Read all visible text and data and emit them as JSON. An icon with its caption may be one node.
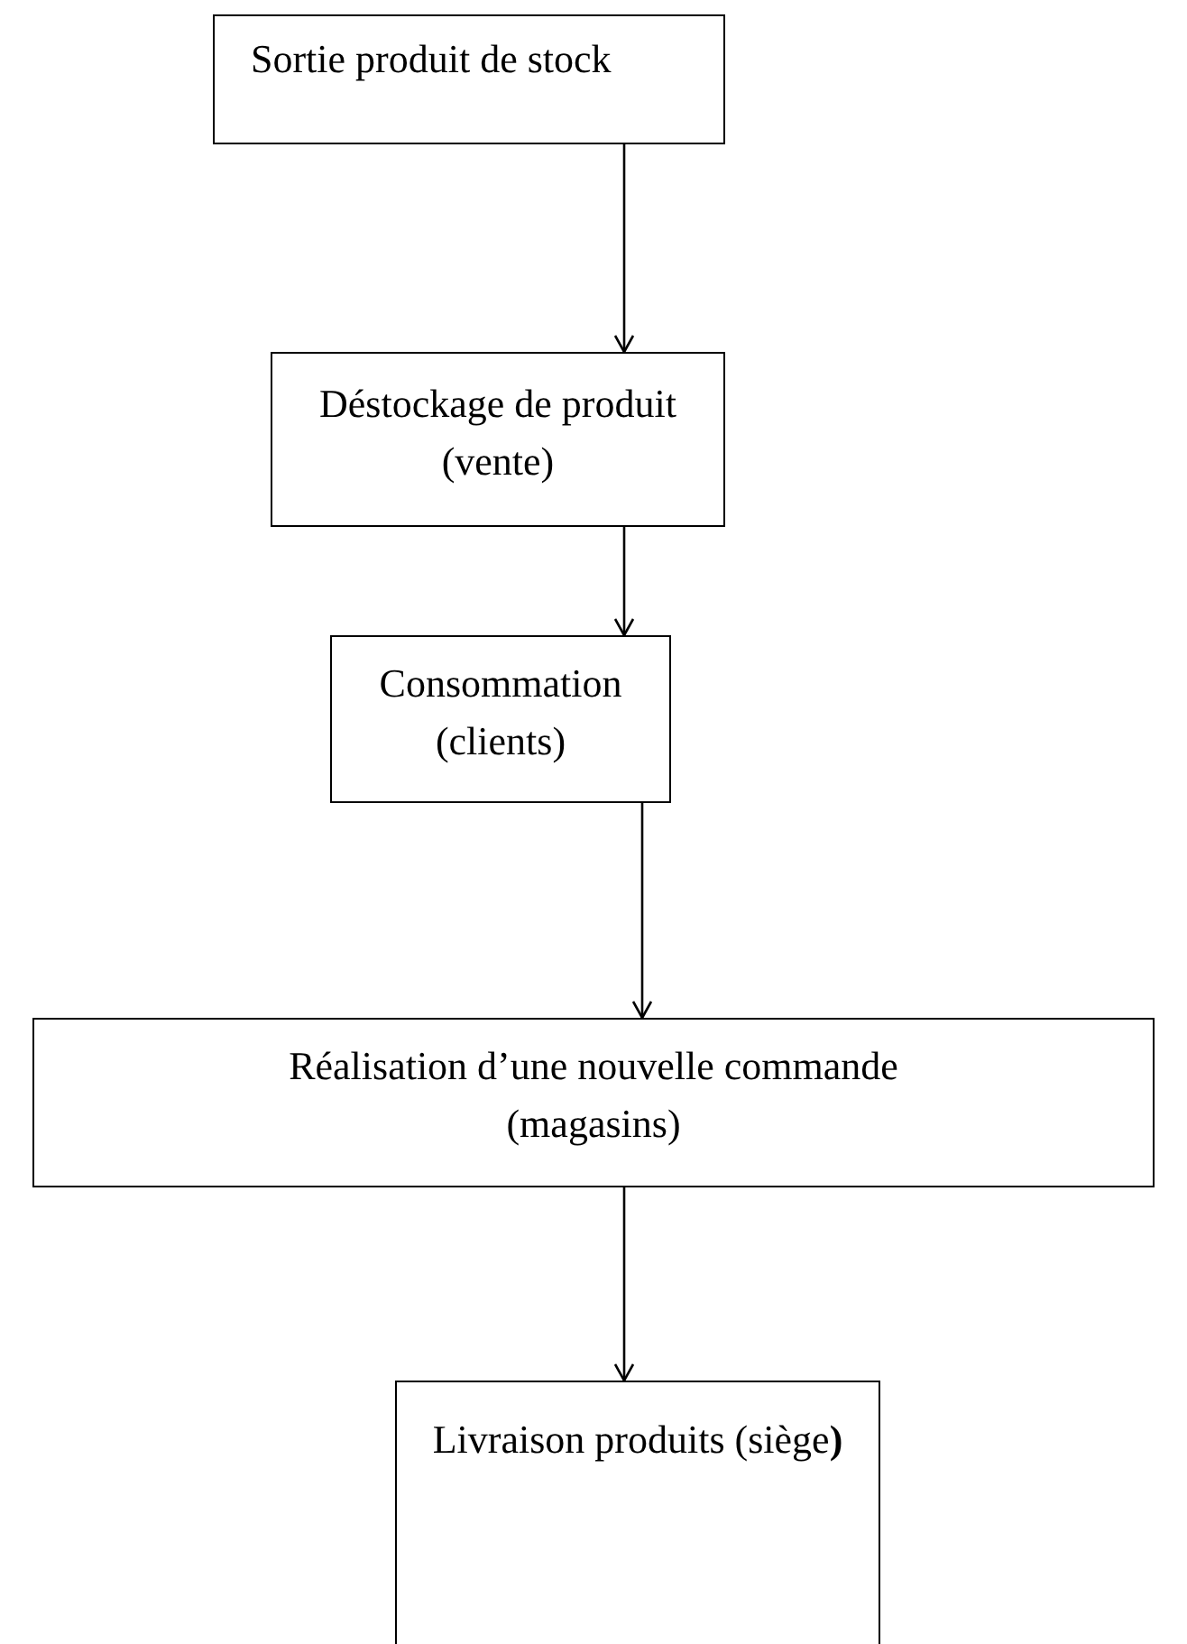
{
  "diagram": {
    "nodes": [
      {
        "text": [
          "Sortie produit de stock"
        ]
      },
      {
        "text": [
          "Déstockage de produit",
          "(vente)"
        ]
      },
      {
        "text": [
          "Consommation",
          "(clients)"
        ]
      },
      {
        "text": [
          "Réalisation d’une nouvelle commande",
          "(magasins)"
        ]
      },
      {
        "text": [
          "Livraison produits (siège**)**"
        ]
      }
    ],
    "edges": [
      {
        "from": 0,
        "to": 1,
        "arrow": "to"
      },
      {
        "from": 1,
        "to": 2,
        "arrow": "to"
      },
      {
        "from": 2,
        "to": 3,
        "arrow": "to"
      },
      {
        "from": 3,
        "to": 4,
        "arrow": "to"
      }
    ]
  }
}
